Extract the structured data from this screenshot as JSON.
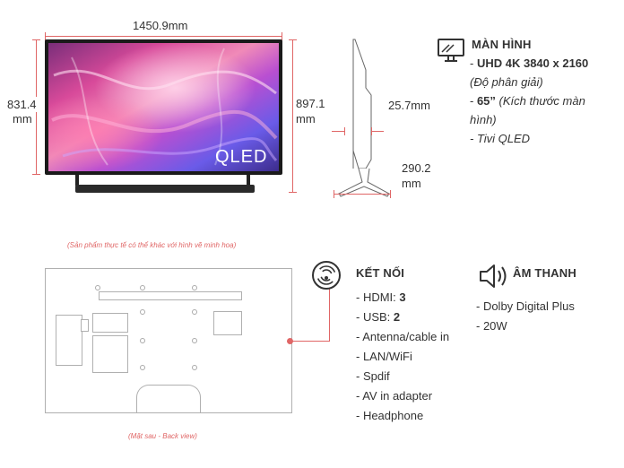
{
  "dimensions": {
    "width": "1450.9mm",
    "height_screen_value": "831.4",
    "height_screen_unit": "mm",
    "height_total_value": "897.1",
    "height_total_unit": "mm",
    "depth_panel": "25.7mm",
    "depth_stand_value": "290.2",
    "depth_stand_unit": "mm"
  },
  "tv_logo": "QLED",
  "notes": {
    "disclaimer": "(Sản phẩm thực tế có thể khác với hình vẽ minh hoạ)",
    "back_view": "(Mặt sau - Back view)"
  },
  "screen_spec": {
    "icon": "monitor-icon",
    "title": "MÀN HÌNH",
    "resolution_prefix": "- ",
    "resolution": "UHD 4K 3840 x 2160",
    "resolution_note": "(Độ phân giải)",
    "size_prefix": "- ",
    "size": "65”",
    "size_note_1": " (Kích thước màn",
    "size_note_2": "hình)",
    "type": "- Tivi QLED"
  },
  "connect_spec": {
    "icon": "wireless-icon",
    "title": "KẾT NỐI",
    "hdmi_label": "- HDMI: ",
    "hdmi_value": "3",
    "usb_label": "- USB: ",
    "usb_value": "2",
    "items": [
      "- Antenna/cable in",
      "- LAN/WiFi",
      "- Spdif",
      "- AV in adapter",
      "- Headphone"
    ]
  },
  "sound_spec": {
    "icon": "speaker-icon",
    "title": "ÂM THANH",
    "items": [
      "- Dolby Digital Plus",
      "- 20W"
    ]
  },
  "colors": {
    "accent_red": "#e06666",
    "text": "#333333",
    "outline_gray": "#b0b0b0"
  }
}
